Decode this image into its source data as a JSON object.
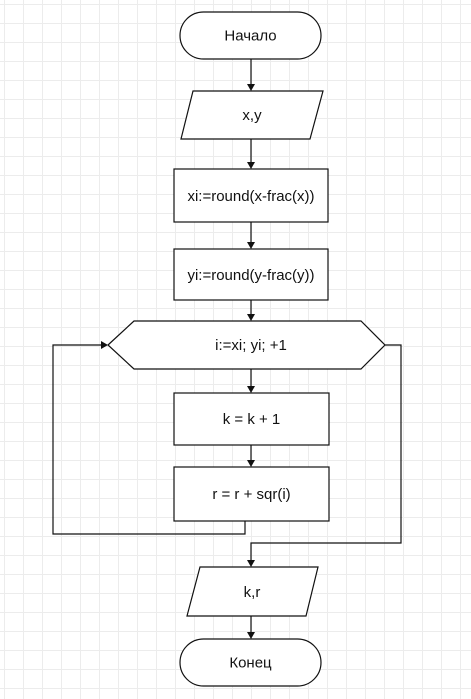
{
  "diagram": {
    "nodes": {
      "start": {
        "label": "Начало"
      },
      "input": {
        "label": "x,y"
      },
      "assign_xi": {
        "label": "xi:=round(x-frac(x))"
      },
      "assign_yi": {
        "label": "yi:=round(y-frac(y))"
      },
      "loop": {
        "label": "i:=xi; yi; +1"
      },
      "inc_k": {
        "label": "k = k + 1"
      },
      "acc_r": {
        "label": "r = r + sqr(i)"
      },
      "output": {
        "label": "k,r"
      },
      "end": {
        "label": "Конец"
      }
    }
  }
}
